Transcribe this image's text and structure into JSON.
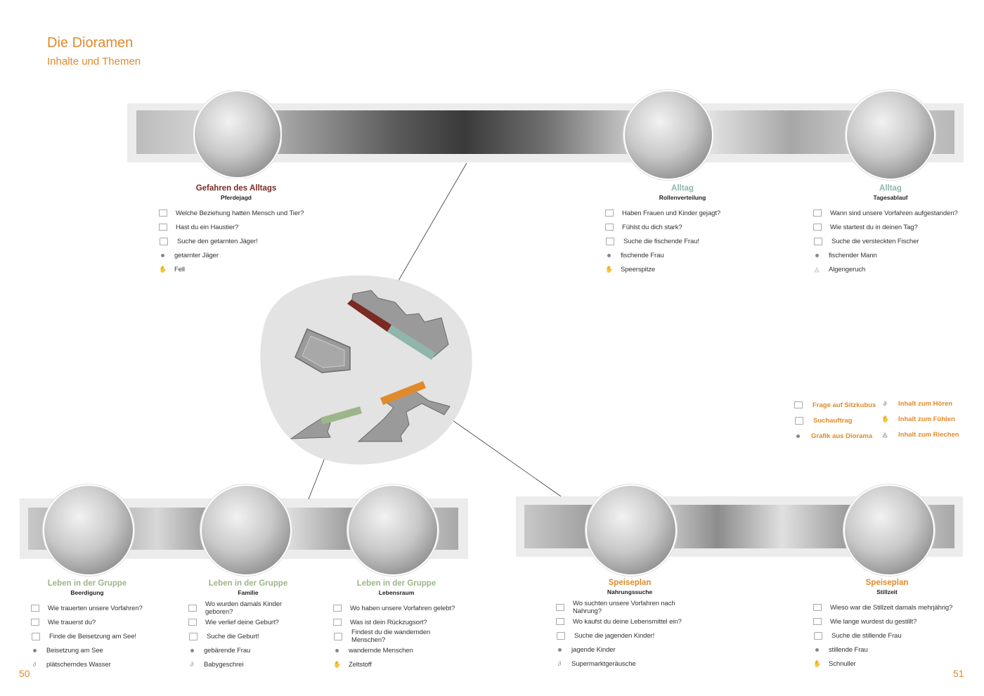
{
  "header": {
    "title": "Die Dioramen",
    "subtitle": "Inhalte und Themen"
  },
  "pages": {
    "left": "50",
    "right": "51"
  },
  "colors": {
    "accent": "#e08a2c",
    "danger": "#7a2a22",
    "teal": "#8fb5ad",
    "green": "#9cb58a",
    "orange": "#e08a2c"
  },
  "blocks": {
    "gefahren": {
      "title": "Gefahren des Alltags",
      "sub": "Pferdejagd",
      "items": [
        {
          "icon": "question-cube-icon",
          "text": "Welche Beziehung hatten Mensch und Tier?"
        },
        {
          "icon": "question-cube-icon",
          "text": "Hast du ein Haustier?"
        },
        {
          "icon": "search-task-icon",
          "text": "Suche den getarnten Jäger!"
        },
        {
          "icon": "diorama-graphic-icon",
          "text": "getarnter Jäger"
        },
        {
          "icon": "hand-icon",
          "text": "Fell"
        }
      ]
    },
    "alltag1": {
      "title": "Alltag",
      "sub": "Rollenverteilung",
      "items": [
        {
          "icon": "question-cube-icon",
          "text": "Haben Frauen und Kinder gejagt?"
        },
        {
          "icon": "question-cube-icon",
          "text": "Fühlst du dich stark?"
        },
        {
          "icon": "search-task-icon",
          "text": "Suche die fischende Frau!"
        },
        {
          "icon": "diorama-graphic-icon",
          "text": "fischende Frau"
        },
        {
          "icon": "hand-icon",
          "text": "Speerspitze"
        }
      ]
    },
    "alltag2": {
      "title": "Alltag",
      "sub": "Tagesablauf",
      "items": [
        {
          "icon": "question-cube-icon",
          "text": "Wann sind unsere Vorfahren aufgestanden?"
        },
        {
          "icon": "question-cube-icon",
          "text": "Wie startest du in deinen Tag?"
        },
        {
          "icon": "search-task-icon",
          "text": "Suche die versteckten Fischer"
        },
        {
          "icon": "diorama-graphic-icon",
          "text": "fischender Mann"
        },
        {
          "icon": "nose-icon",
          "text": "Algengeruch"
        }
      ]
    },
    "gruppe1": {
      "title": "Leben in der Gruppe",
      "sub": "Beerdigung",
      "items": [
        {
          "icon": "question-cube-icon",
          "text": "Wie trauerten unsere Vorfahren?"
        },
        {
          "icon": "question-cube-icon",
          "text": "Wie trauerst du?"
        },
        {
          "icon": "search-task-icon",
          "text": "Finde die Beisetzung am See!"
        },
        {
          "icon": "diorama-graphic-icon",
          "text": "Beisetzung am See"
        },
        {
          "icon": "ear-icon",
          "text": "plätscherndes Wasser"
        }
      ]
    },
    "gruppe2": {
      "title": "Leben in der Gruppe",
      "sub": "Familie",
      "items": [
        {
          "icon": "question-cube-icon",
          "text": "Wo wurden damals Kinder geboren?"
        },
        {
          "icon": "question-cube-icon",
          "text": "Wie verlief deine Geburt?"
        },
        {
          "icon": "search-task-icon",
          "text": "Suche die Geburt!"
        },
        {
          "icon": "diorama-graphic-icon",
          "text": "gebärende Frau"
        },
        {
          "icon": "ear-icon",
          "text": "Babygeschrei"
        }
      ]
    },
    "gruppe3": {
      "title": "Leben in der Gruppe",
      "sub": "Lebensraum",
      "items": [
        {
          "icon": "question-cube-icon",
          "text": "Wo haben unsere Vorfahren gelebt?"
        },
        {
          "icon": "question-cube-icon",
          "text": "Was ist dein Rückzugsort?"
        },
        {
          "icon": "search-task-icon",
          "text": "Findest du die wandernden Menschen?"
        },
        {
          "icon": "diorama-graphic-icon",
          "text": "wandernde Menschen"
        },
        {
          "icon": "hand-icon",
          "text": "Zeltstoff"
        }
      ]
    },
    "speise1": {
      "title": "Speiseplan",
      "sub": "Nahrungssuche",
      "items": [
        {
          "icon": "question-cube-icon",
          "text": "Wo suchten unsere Vorfahren nach Nahrung?"
        },
        {
          "icon": "question-cube-icon",
          "text": "Wo kaufst du deine Lebensmittel ein?"
        },
        {
          "icon": "search-task-icon",
          "text": "Suche die jagenden Kinder!"
        },
        {
          "icon": "diorama-graphic-icon",
          "text": "jagende Kinder"
        },
        {
          "icon": "ear-icon",
          "text": "Supermarktgeräusche"
        }
      ]
    },
    "speise2": {
      "title": "Speiseplan",
      "sub": "Stillzeit",
      "items": [
        {
          "icon": "question-cube-icon",
          "text": "Wieso war die Stillzeit damals mehrjährig?"
        },
        {
          "icon": "question-cube-icon",
          "text": "Wie lange wurdest du gestillt?"
        },
        {
          "icon": "search-task-icon",
          "text": "Suche die stillende Frau"
        },
        {
          "icon": "diorama-graphic-icon",
          "text": "stillende Frau"
        },
        {
          "icon": "hand-icon",
          "text": "Schnuller"
        }
      ]
    }
  },
  "legend": {
    "col1": [
      {
        "icon": "question-cube-icon",
        "label": "Frage auf Sitzkubus"
      },
      {
        "icon": "search-task-icon",
        "label": "Suchauftrag"
      },
      {
        "icon": "diorama-graphic-icon",
        "label": "Grafik aus Diorama"
      }
    ],
    "col2": [
      {
        "icon": "ear-icon",
        "label": "Inhalt zum Hören"
      },
      {
        "icon": "hand-icon",
        "label": "Inhalt zum Fühlen"
      },
      {
        "icon": "nose-icon",
        "label": "Inhalt zum Riechen"
      }
    ]
  }
}
